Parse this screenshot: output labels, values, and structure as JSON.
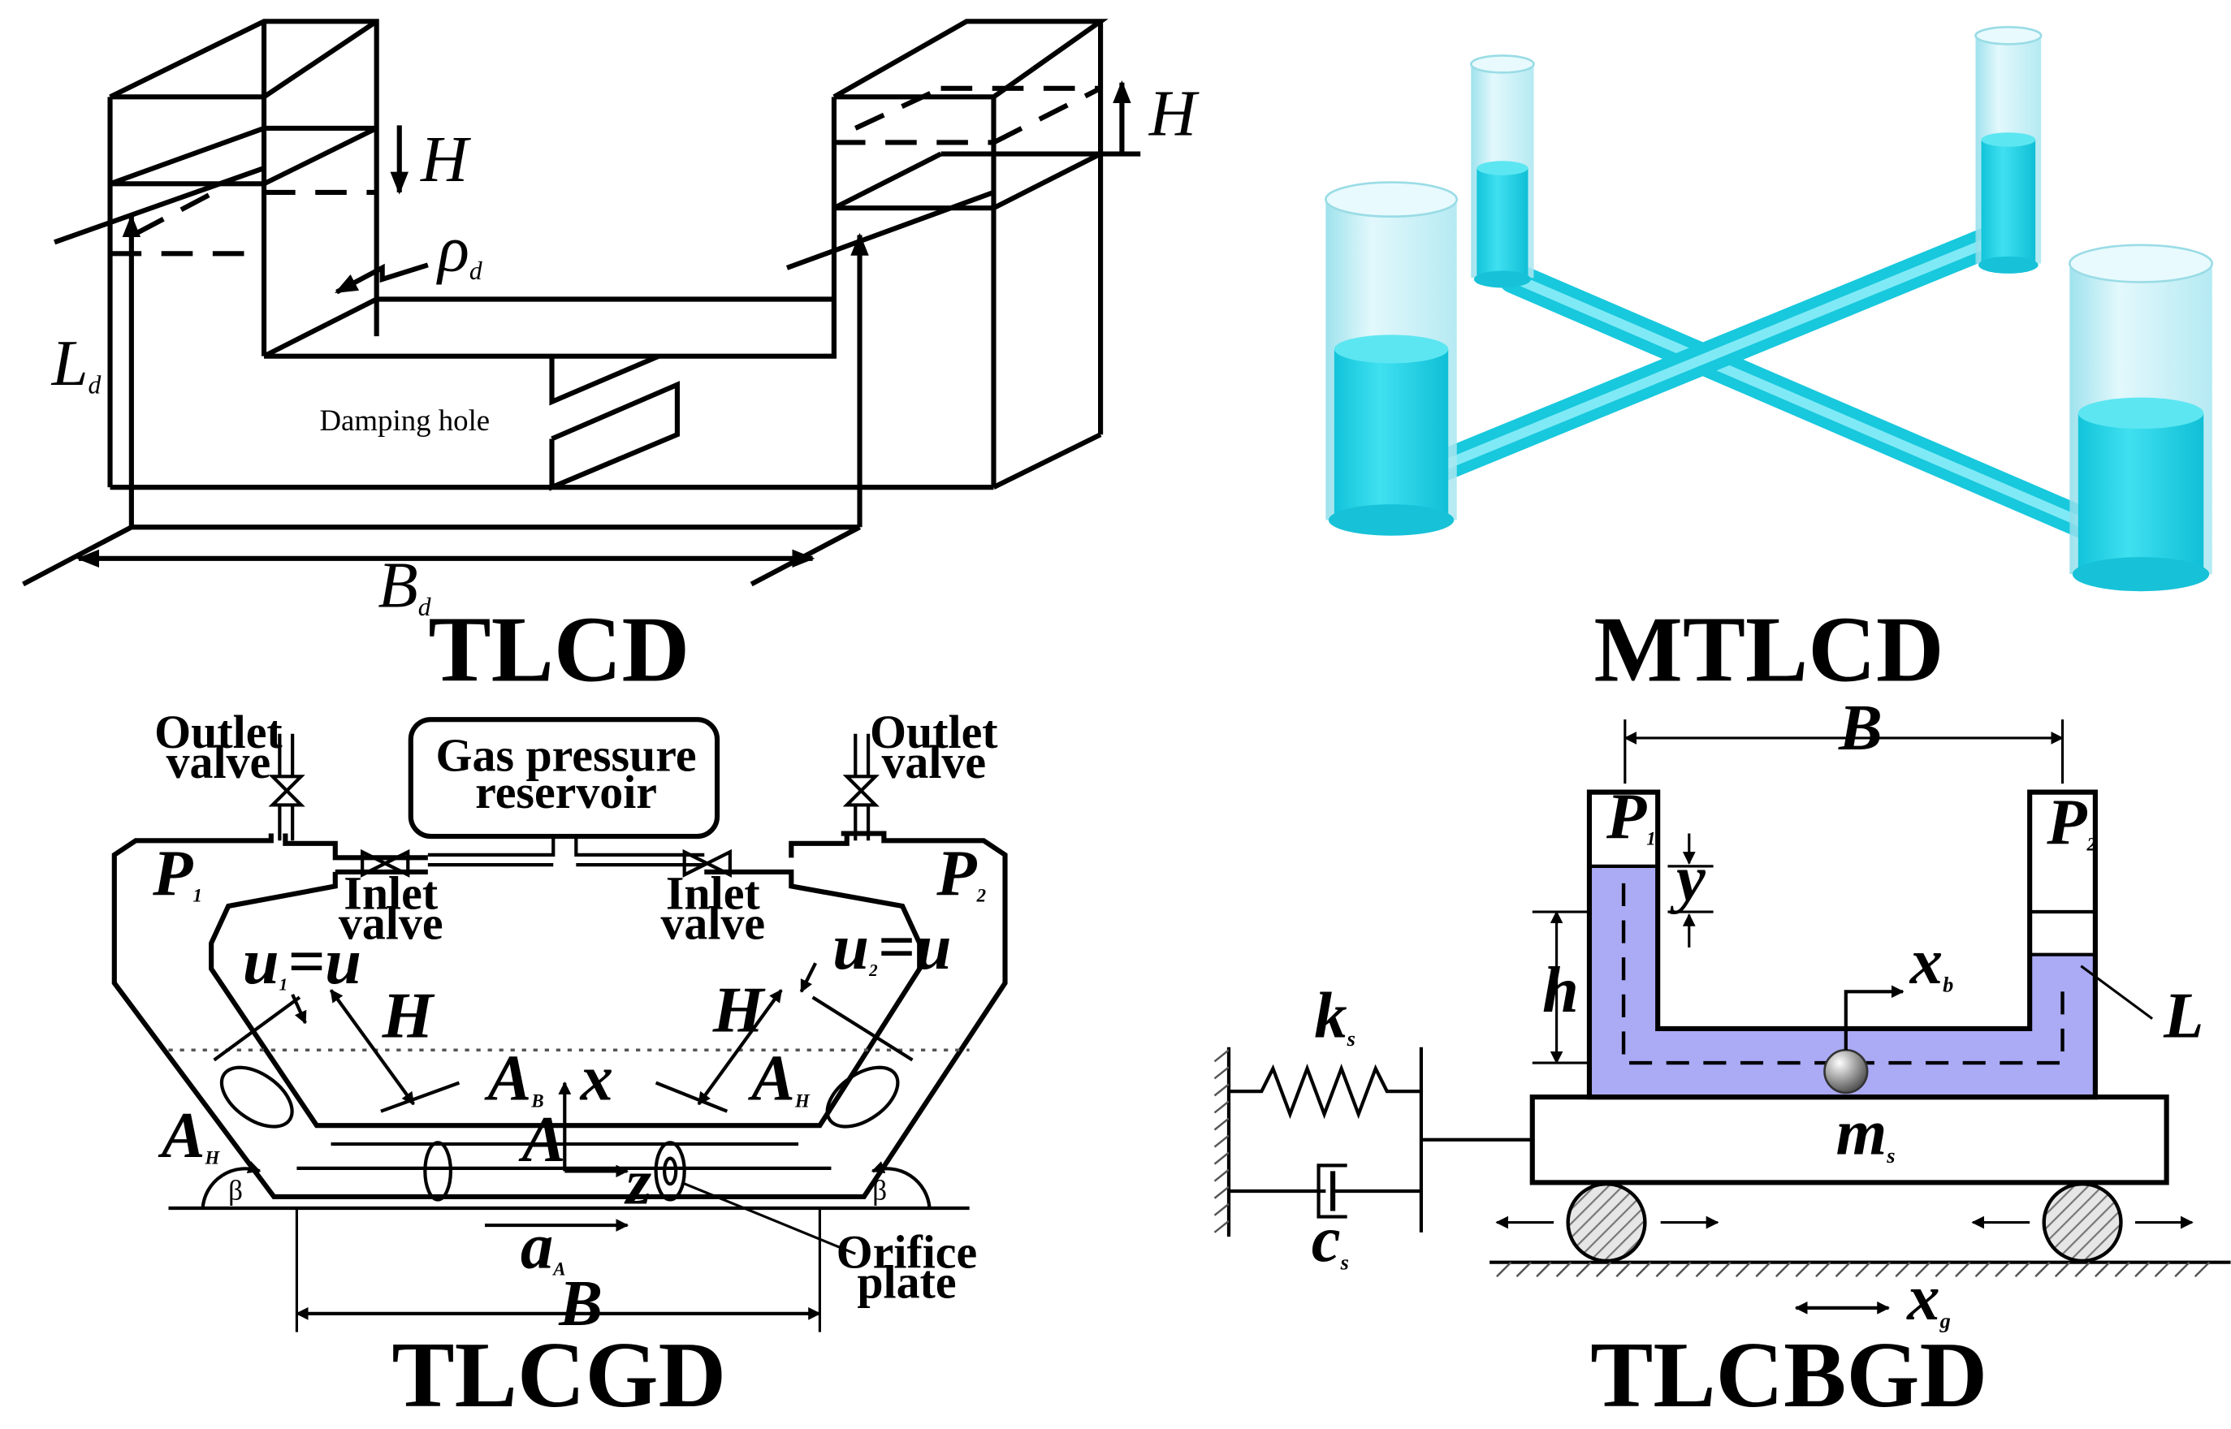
{
  "panels": {
    "tlcd": {
      "caption": "TLCD",
      "label_H": "H",
      "label_H2": "H",
      "label_rho": "ρ",
      "label_rho_sub": "d",
      "label_L": "L",
      "label_L_sub": "d",
      "label_B": "B",
      "label_B_sub": "d",
      "label_damping": "Damping hole"
    },
    "mtlcd": {
      "caption": "MTLCD",
      "liquid_color": "#19D2E6",
      "tube_color": "#BDEFF6"
    },
    "tlcgd": {
      "caption": "TLCGD",
      "outlet_left": [
        "Outlet",
        "valve"
      ],
      "outlet_right": [
        "Outlet",
        "valve"
      ],
      "reservoir": [
        "Gas pressure",
        "reservoir"
      ],
      "inlet_left": [
        "Inlet",
        "valve"
      ],
      "inlet_right": [
        "Inlet",
        "valve"
      ],
      "p1": "P",
      "p1_sub": "1",
      "p2": "P",
      "p2_sub": "2",
      "u1": "u",
      "u1_sub": "1",
      "u1_eq": "=u",
      "u2": "u",
      "u2_sub": "2",
      "u2_eq": "=u",
      "H_left": "H",
      "H_right": "H",
      "AB": "A",
      "AB_sub": "B",
      "AH_right": "A",
      "AH_right_sub": "H",
      "AH_left": "A",
      "AH_left_sub": "H",
      "x": "x",
      "A": "A",
      "z": "z",
      "aA": "a",
      "aA_sub": "A",
      "beta_left": "β",
      "beta_right": "β",
      "orifice": [
        "Orifice",
        "plate"
      ],
      "B": "B"
    },
    "tlcbgd": {
      "caption": "TLCBGD",
      "liquid_color": "#AAAAF5",
      "B": "B",
      "P1": "P",
      "P1_sub": "1",
      "P2": "P",
      "P2_sub": "2",
      "y": "y",
      "h": "h",
      "xb": "x",
      "xb_sub": "b",
      "L": "L",
      "ks": "k",
      "ks_sub": "s",
      "cs": "c",
      "cs_sub": "s",
      "ms": "m",
      "ms_sub": "s",
      "xg": "x",
      "xg_sub": "g"
    }
  }
}
